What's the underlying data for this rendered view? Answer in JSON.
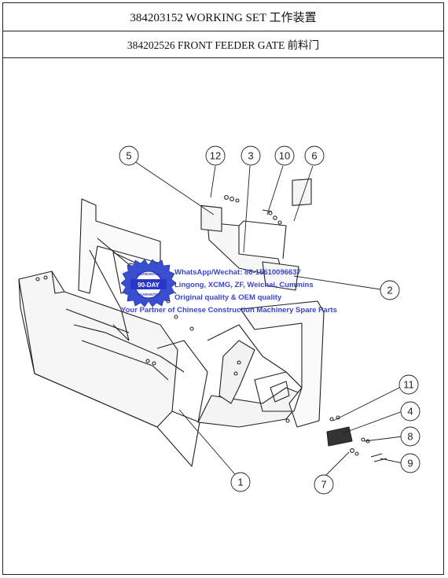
{
  "header": {
    "title": "384203152 WORKING SET 工作装置",
    "subtitle": "384202526 FRONT FEEDER GATE 前料门"
  },
  "callouts": [
    "1",
    "2",
    "3",
    "4",
    "5",
    "6",
    "7",
    "8",
    "9",
    "10",
    "11",
    "12"
  ],
  "watermark": {
    "badge_top": "GUARANTEE",
    "badge_middle": "90-DAY",
    "badge_bottom": "GUARANTEE",
    "line1": "WhatsApp/Wechat: 86-15610096637",
    "line2": "Lingong, XCMG, ZF, Weichai, Cummins",
    "line3": "Original quality & OEM quality",
    "line4": "Your Partner of Chinese Construction Machinery Spare Parts"
  },
  "colors": {
    "line": "#222222",
    "watermark": "#2a36c7",
    "badge": "#3a4fd0"
  }
}
